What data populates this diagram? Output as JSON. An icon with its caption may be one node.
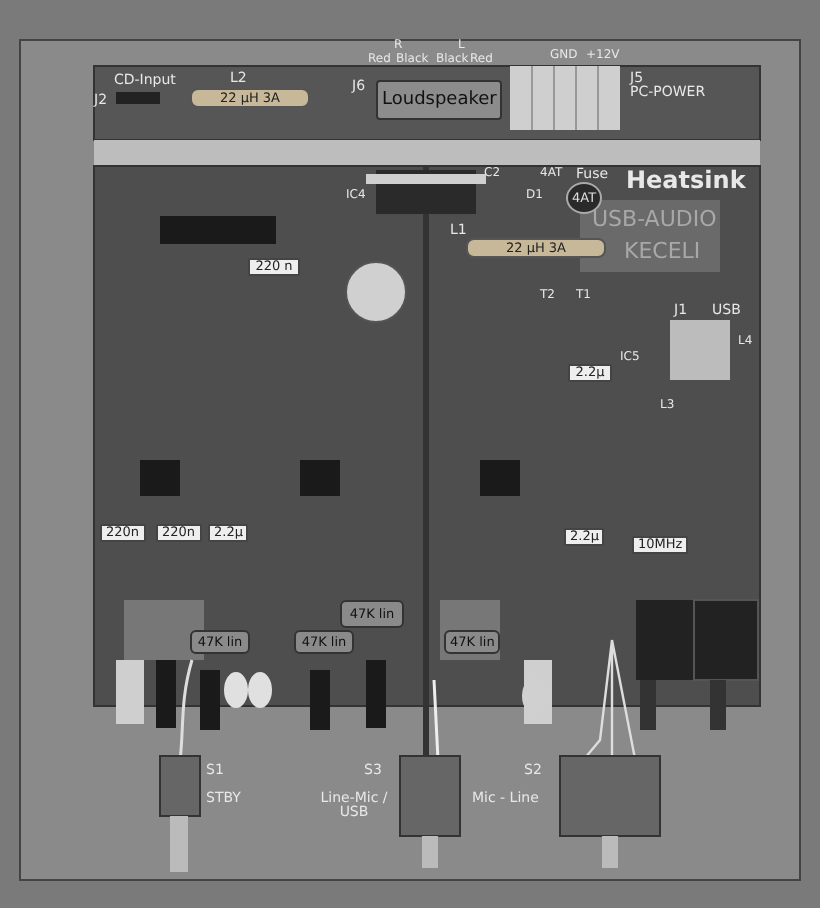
{
  "diagram": {
    "nodes": [
      {
        "text": [
          "Loudspeaker"
        ],
        "beside": [
          "J6"
        ]
      },
      {
        "text": [
          "22 µH 3A"
        ],
        "beside": [
          "L2"
        ]
      },
      {
        "text": [
          "4AT"
        ]
      },
      {
        "text": [
          "22 µH 3A"
        ],
        "beside": [
          "L1"
        ]
      },
      {
        "text": [
          "220 n"
        ]
      },
      {
        "text": [
          "2.2µ"
        ]
      },
      {
        "text": [
          "220n"
        ]
      },
      {
        "text": [
          "220n"
        ]
      },
      {
        "text": [
          "2.2µ"
        ]
      },
      {
        "text": [
          "2.2µ"
        ]
      },
      {
        "text": [
          "10MHz"
        ]
      },
      {
        "text": [
          "47K lin"
        ]
      },
      {
        "text": [
          "47K lin"
        ]
      },
      {
        "text": [
          "47K lin"
        ]
      },
      {
        "text": [
          "47K lin"
        ]
      }
    ],
    "labels": [
      "R",
      "L",
      "Red",
      "Black",
      "Black",
      "Red",
      "GND",
      "+12V",
      "CD-Input",
      "J2",
      "J5",
      "PC-POWER",
      "Heatsink",
      "IC4",
      "C2",
      "D1",
      "4AT",
      "Fuse",
      "USB-AUDIO",
      "KECELI",
      "T2",
      "T1",
      "J1",
      "USB",
      "L4",
      "IC5",
      "L3",
      "S1",
      "STBY",
      "S3",
      "Line-Mic / USB",
      "S2",
      "Mic - Line"
    ]
  }
}
